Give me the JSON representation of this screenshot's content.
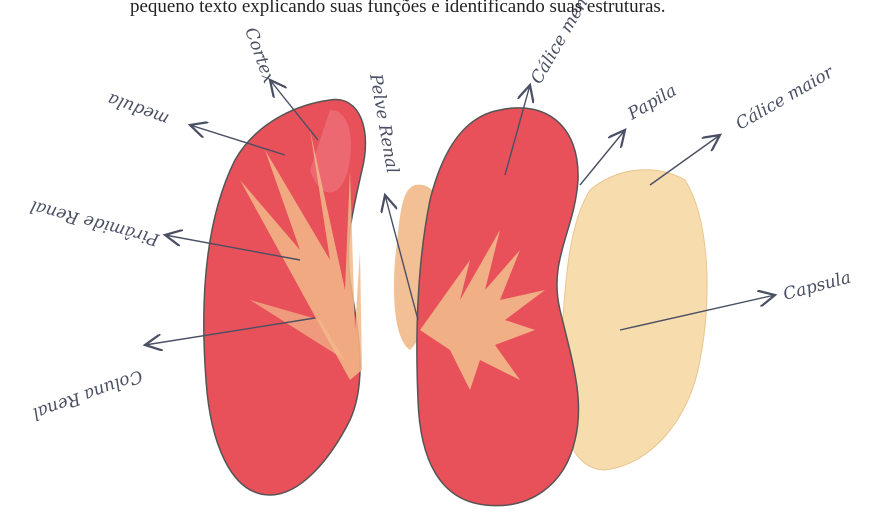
{
  "header": {
    "text": "pequeno texto explicando suas funções e identificando suas estruturas."
  },
  "labels": {
    "cortex": "Cortex",
    "medula": "medula",
    "piramide_renal": "Pirâmide Renal",
    "coluna_renal": "Coluna Renal",
    "pelve_renal": "Pelve Renal",
    "calice_menor": "Cálice menor",
    "papila": "Papila",
    "calice_maior": "Cálice maior",
    "capsula": "Capsula"
  },
  "colors": {
    "kidney_red": "#e8505a",
    "kidney_red_light": "#f07a80",
    "pyramid_peach": "#f2b98a",
    "capsule_yellow": "#f7dcae",
    "pencil": "#4a4f63"
  }
}
